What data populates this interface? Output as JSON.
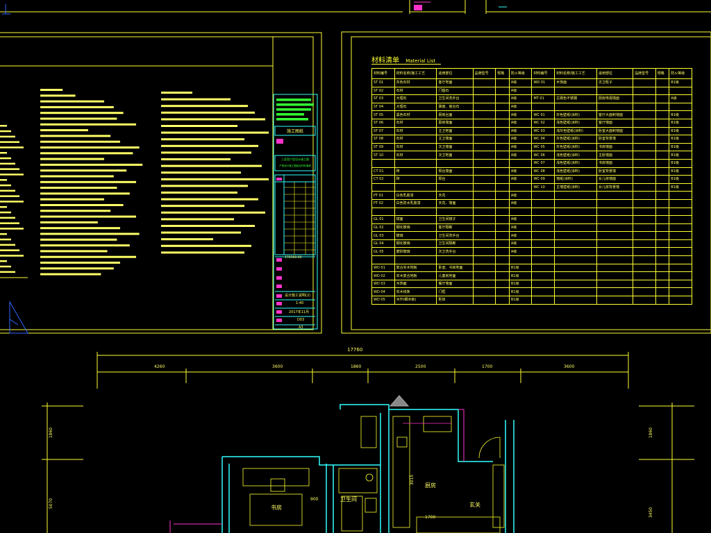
{
  "material_list": {
    "title_cn": "材料清单",
    "title_en": "Material List",
    "headers": [
      "材料编号",
      "材料名称/施工工艺",
      "适用部位",
      "品牌型号",
      "规格",
      "防火等级",
      "材料编号",
      "材料名称/施工工艺",
      "适用部位",
      "品牌型号",
      "规格",
      "防火等级"
    ],
    "rows": [
      [
        "ST 01",
        "灰色石材",
        "客厅地面",
        "",
        "",
        "A级",
        "WD 01",
        "木饰面",
        "次卫柜子",
        "",
        "",
        "B1级"
      ],
      [
        "ST 02",
        "石材",
        "门槛石",
        "",
        "",
        "A级",
        "",
        "",
        "",
        "",
        "",
        ""
      ],
      [
        "ST 03",
        "大理石",
        "卫生间洗手台",
        "",
        "",
        "A级",
        "MT 01",
        "古铜色不锈钢",
        "厨房电视墙面",
        "",
        "",
        "A级"
      ],
      [
        "ST 04",
        "大理石",
        "飘窗、窗台石",
        "",
        "",
        "A级",
        "",
        "",
        "",
        "",
        "",
        ""
      ],
      [
        "ST 05",
        "黑色石材",
        "厨房台面",
        "",
        "",
        "A级",
        "WC 01",
        "灰色壁纸(涂料)",
        "客厅大面积墙面",
        "",
        "",
        "B1级"
      ],
      [
        "ST 06",
        "石材",
        "厨房墙面",
        "",
        "",
        "A级",
        "WC 02",
        "浅色壁纸(涂料)",
        "客厅墙面",
        "",
        "",
        "B1级"
      ],
      [
        "ST 07",
        "石材",
        "主卫地面",
        "",
        "",
        "A级",
        "WC 03",
        "浅灰色壁纸(涂料)",
        "卧室大面积墙面",
        "",
        "",
        "B1级"
      ],
      [
        "ST 08",
        "石材",
        "主卫墙面",
        "",
        "",
        "A级",
        "WC 04",
        "灰色壁纸(涂料)",
        "卧室背景墙",
        "",
        "",
        "B1级"
      ],
      [
        "ST 09",
        "石材",
        "次卫墙面",
        "",
        "",
        "A级",
        "WC 05",
        "灰色壁纸(涂料)",
        "书房墙面",
        "",
        "",
        "B1级"
      ],
      [
        "ST 10",
        "石材",
        "次卫地面",
        "",
        "",
        "A级",
        "WC 06",
        "浅色壁纸(涂料)",
        "主卧墙面",
        "",
        "",
        "B1级"
      ],
      [
        "",
        "",
        "",
        "",
        "",
        "",
        "WC 07",
        "浅色壁纸(涂料)",
        "书房墙面",
        "",
        "",
        "B1级"
      ],
      [
        "CT 01",
        "砖",
        "阳台墙面",
        "",
        "",
        "A级",
        "WC 08",
        "浅色壁纸(涂料)",
        "卧室背景墙",
        "",
        "",
        "B1级"
      ],
      [
        "CT 02",
        "砖",
        "阳台",
        "",
        "",
        "A级",
        "WC 09",
        "墙纸(涂料)",
        "女儿房墙面",
        "",
        "",
        "B1级"
      ],
      [
        "",
        "",
        "",
        "",
        "",
        "",
        "WC 10",
        "主墙壁纸(涂料)",
        "女儿房背景墙",
        "",
        "",
        "B1级"
      ],
      [
        "PT 01",
        "白色乳胶漆",
        "天花",
        "",
        "",
        "A级",
        "",
        "",
        "",
        "",
        "",
        ""
      ],
      [
        "PT 02",
        "白色防水乳胶漆",
        "天花、墙面",
        "",
        "",
        "A级",
        "",
        "",
        "",
        "",
        "",
        ""
      ],
      [
        "",
        "",
        "",
        "",
        "",
        "",
        "",
        "",
        "",
        "",
        "",
        ""
      ],
      [
        "GL 01",
        "镜面",
        "卫生间镜子",
        "",
        "",
        "A级",
        "",
        "",
        "",
        "",
        "",
        ""
      ],
      [
        "GL 02",
        "钢化玻璃",
        "客厅隔断",
        "",
        "",
        "A级",
        "",
        "",
        "",
        "",
        "",
        ""
      ],
      [
        "GL 03",
        "玻璃",
        "卫生间洗手台",
        "",
        "",
        "A级",
        "",
        "",
        "",
        "",
        "",
        ""
      ],
      [
        "GL 04",
        "钢化玻璃",
        "卫生间隔断",
        "",
        "",
        "A级",
        "",
        "",
        "",
        "",
        "",
        ""
      ],
      [
        "GL 05",
        "磨砂玻璃",
        "次卫洗手台",
        "",
        "",
        "A级",
        "",
        "",
        "",
        "",
        "",
        ""
      ],
      [
        "",
        "",
        "",
        "",
        "",
        "",
        "",
        "",
        "",
        "",
        "",
        ""
      ],
      [
        "WD 01",
        "复合实木地板",
        "卧室、书房地面",
        "",
        "",
        "B1级",
        "",
        "",
        "",
        "",
        "",
        ""
      ],
      [
        "WD 02",
        "实木复合地板",
        "儿童房地面",
        "",
        "",
        "B1级",
        "",
        "",
        "",
        "",
        "",
        ""
      ],
      [
        "WD 03",
        "木饰面",
        "餐厅墙面",
        "",
        "",
        "B1级",
        "",
        "",
        "",
        "",
        "",
        ""
      ],
      [
        "WD 04",
        "实木线条",
        "门框",
        "",
        "",
        "B1级",
        "",
        "",
        "",
        "",
        "",
        ""
      ],
      [
        "WD 05",
        "木作(细木板)",
        "柜体",
        "",
        "",
        "B1级",
        "",
        "",
        "",
        "",
        "",
        ""
      ]
    ]
  },
  "title_block": {
    "drawing_stage": "施工图纸",
    "project_line": "三居室户型设计施工图",
    "project_sub": "户型设计施工图纸及材料清单",
    "drawing_name": "设计施工说明(2)",
    "scale": "1:40",
    "date": "2017年11月",
    "drawing_no": "D03",
    "sheet_size": "A3",
    "number_code": "170306-00"
  },
  "plan": {
    "overall_dim": "17760",
    "dims_top": [
      "4260",
      "3600",
      "1860",
      "2500",
      "1700",
      "3600"
    ],
    "dims_left": [
      "1860",
      "5070"
    ],
    "dims_right": [
      "1860",
      "3450"
    ],
    "room_labels": [
      "书房",
      "卫生间",
      "厨房",
      "玄关"
    ],
    "inner_dims": [
      "1700",
      "3015",
      "900"
    ]
  },
  "colors": {
    "line": "#ffff33",
    "cyan": "#33ffff",
    "magenta": "#ff33cc",
    "green": "#33ff33",
    "orange": "#ff6633"
  }
}
